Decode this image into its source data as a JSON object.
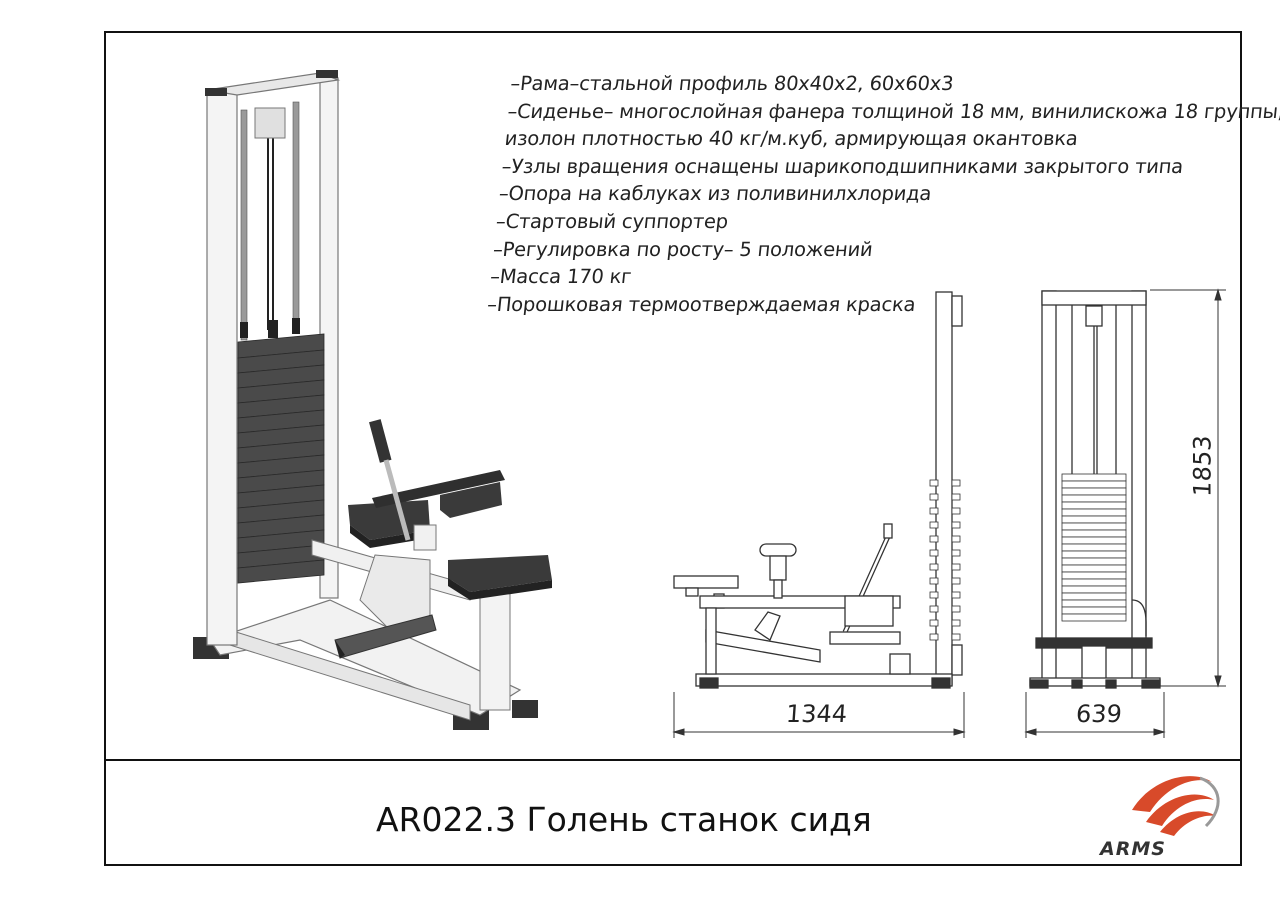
{
  "specs": [
    "–Рама–стальной профиль 80x40x2, 60x60x3",
    "–Сиденье– многослойная фанера толщиной 18 мм, винилискожа 18 группы,",
    "изолон плотностью 40 кг/м.куб, армирующая окантовка",
    "–Узлы вращения оснащены шарикоподшипниками закрытого типа",
    "–Опора на каблуках из поливинилхлорида",
    "–Стартовый суппортер",
    "–Регулировка по росту– 5 положений",
    "–Масса 170 кг",
    "–Порошковая термоотверждаемая краска"
  ],
  "dimensions": {
    "length": "1344",
    "width": "639",
    "height": "1853"
  },
  "title": "AR022.3 Голень станок сидя",
  "logo": {
    "text": "ARMS",
    "colors": {
      "accent": "#d84a2a",
      "dark": "#3a3a3a"
    }
  }
}
